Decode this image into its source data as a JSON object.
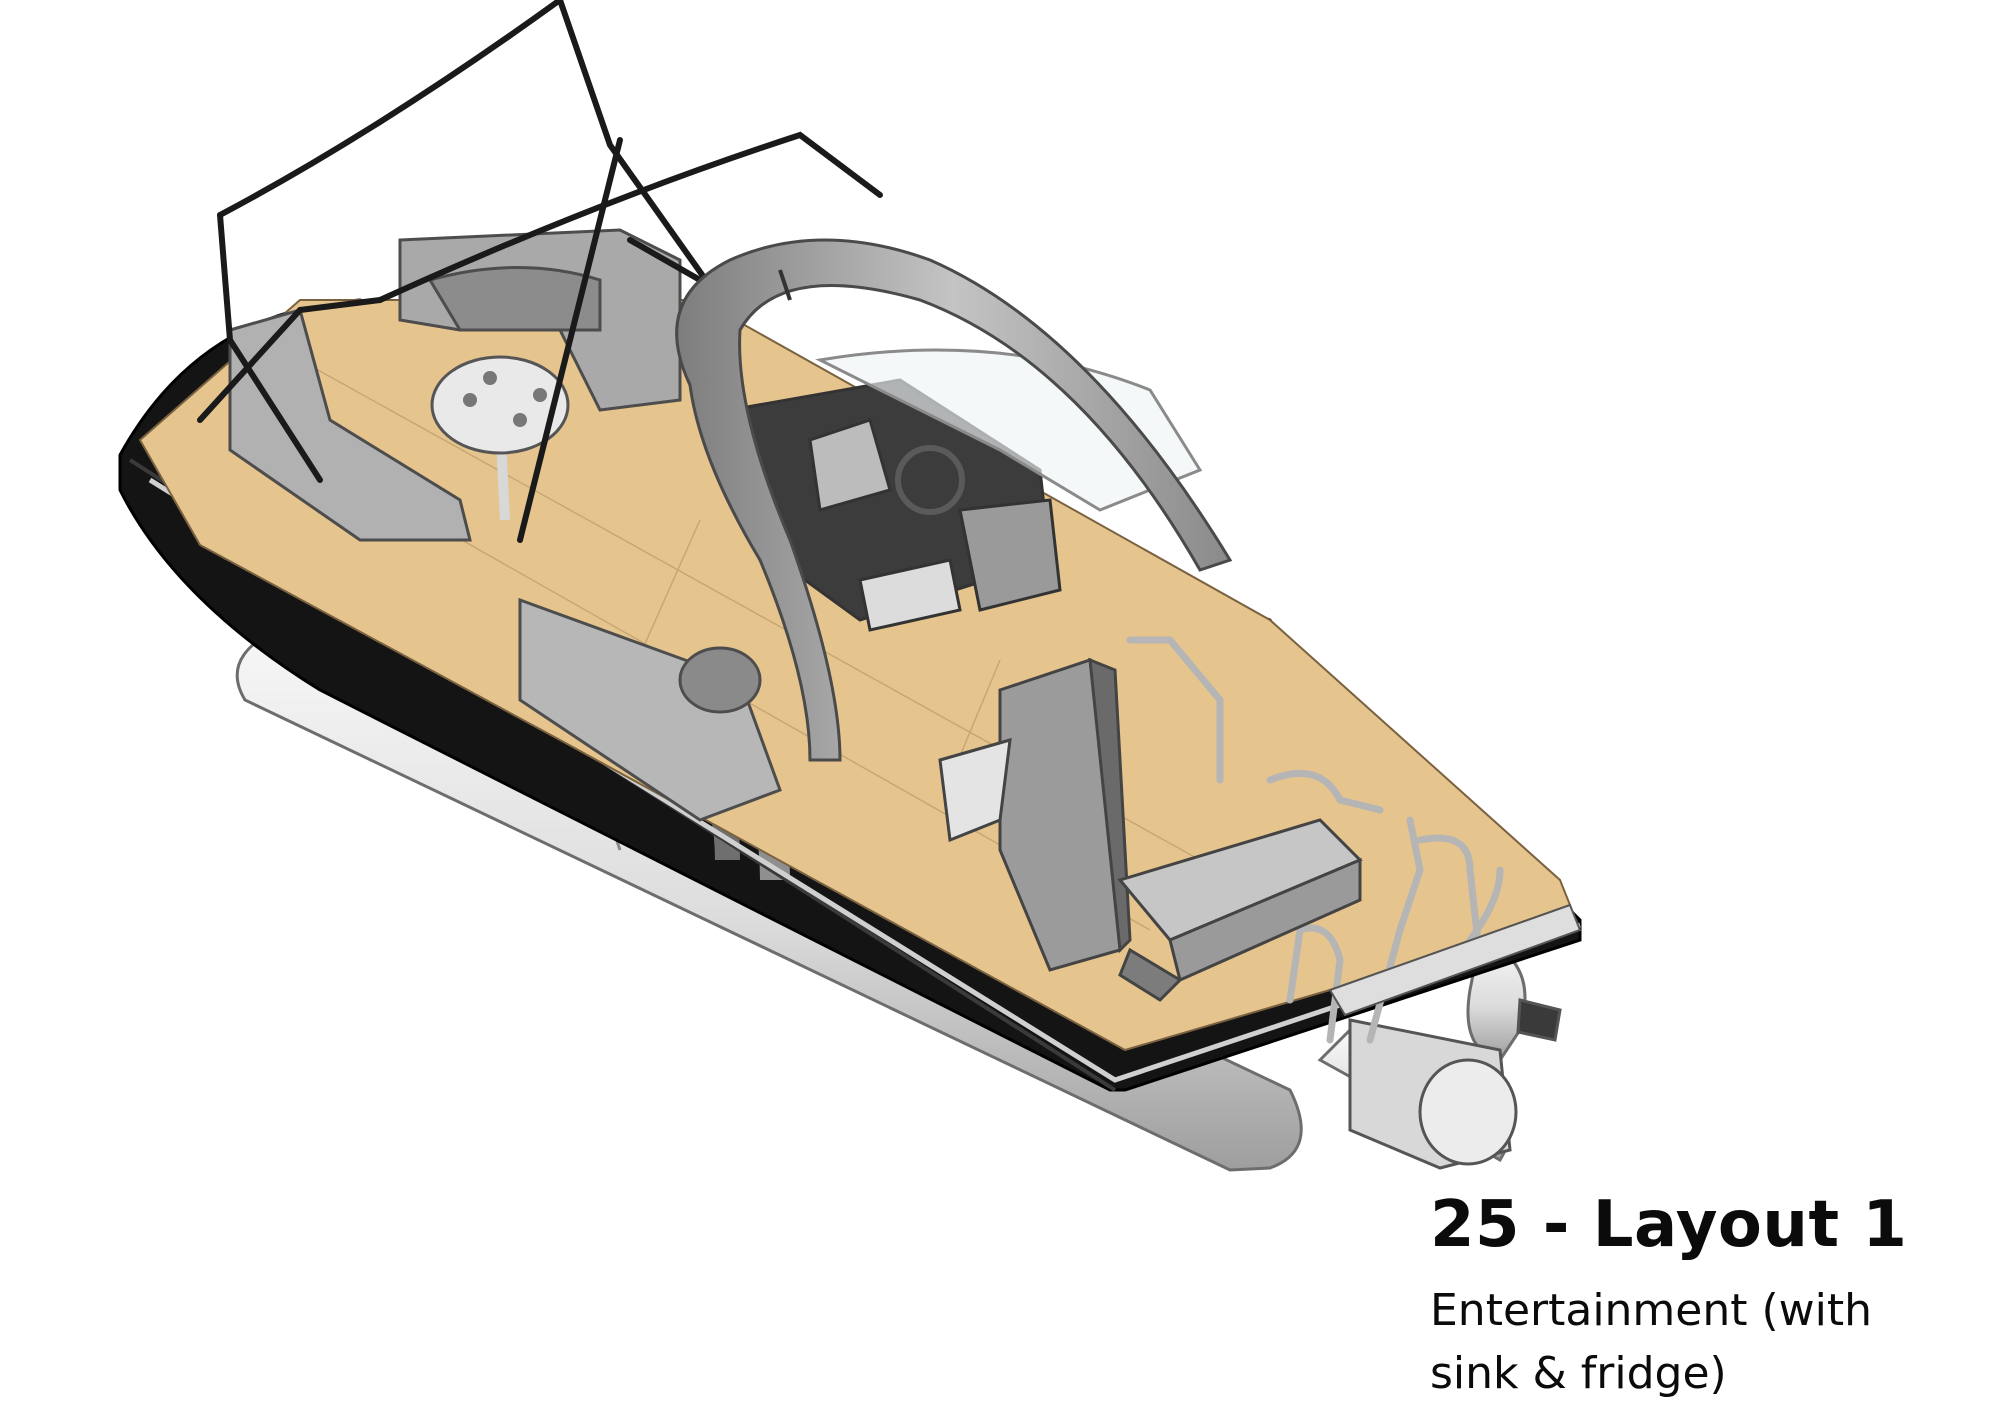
{
  "caption": {
    "title": "25 - Layout 1",
    "subtitle": "Entertainment (with\nsink & fridge)"
  },
  "illustration": {
    "subject": "pontoon-boat-render",
    "colors": {
      "hull": "#141414",
      "deck": "#e6c48e",
      "pontoon": "#e3e3e3",
      "seat": "#a9a9a9",
      "frame": "#1a1a1a",
      "arch": "#9a9a9a"
    }
  }
}
